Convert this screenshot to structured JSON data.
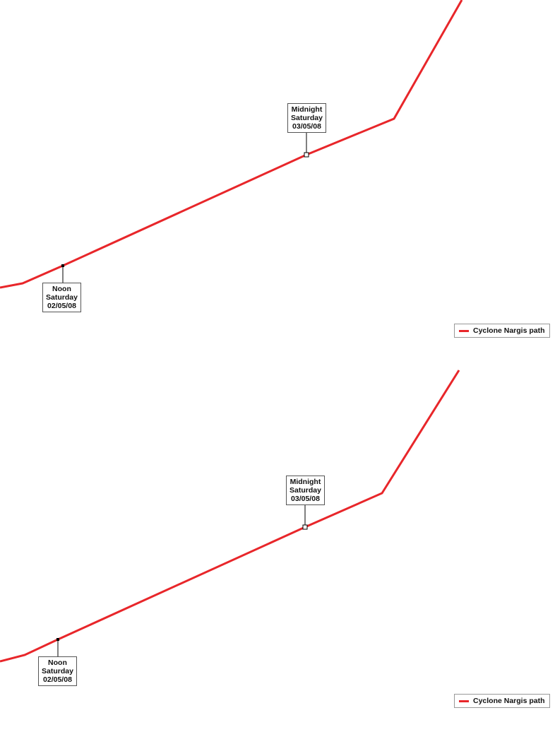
{
  "maps": [
    {
      "id": "top",
      "labels": {
        "midnight": {
          "line1": "Midnight",
          "line2": "Saturday",
          "line3": "03/05/08"
        },
        "noon": {
          "line1": "Noon",
          "line2": "Saturday",
          "line3": "02/05/08"
        }
      },
      "legend": {
        "label": "Cyclone Nargis path"
      }
    },
    {
      "id": "bottom",
      "labels": {
        "midnight": {
          "line1": "Midnight",
          "line2": "Saturday",
          "line3": "03/05/08"
        },
        "noon": {
          "line1": "Noon",
          "line2": "Saturday",
          "line3": "02/05/08"
        }
      },
      "legend": {
        "label": "Cyclone Nargis path"
      }
    }
  ],
  "colors": {
    "path": "#e8262a",
    "label_border": "#555555"
  }
}
